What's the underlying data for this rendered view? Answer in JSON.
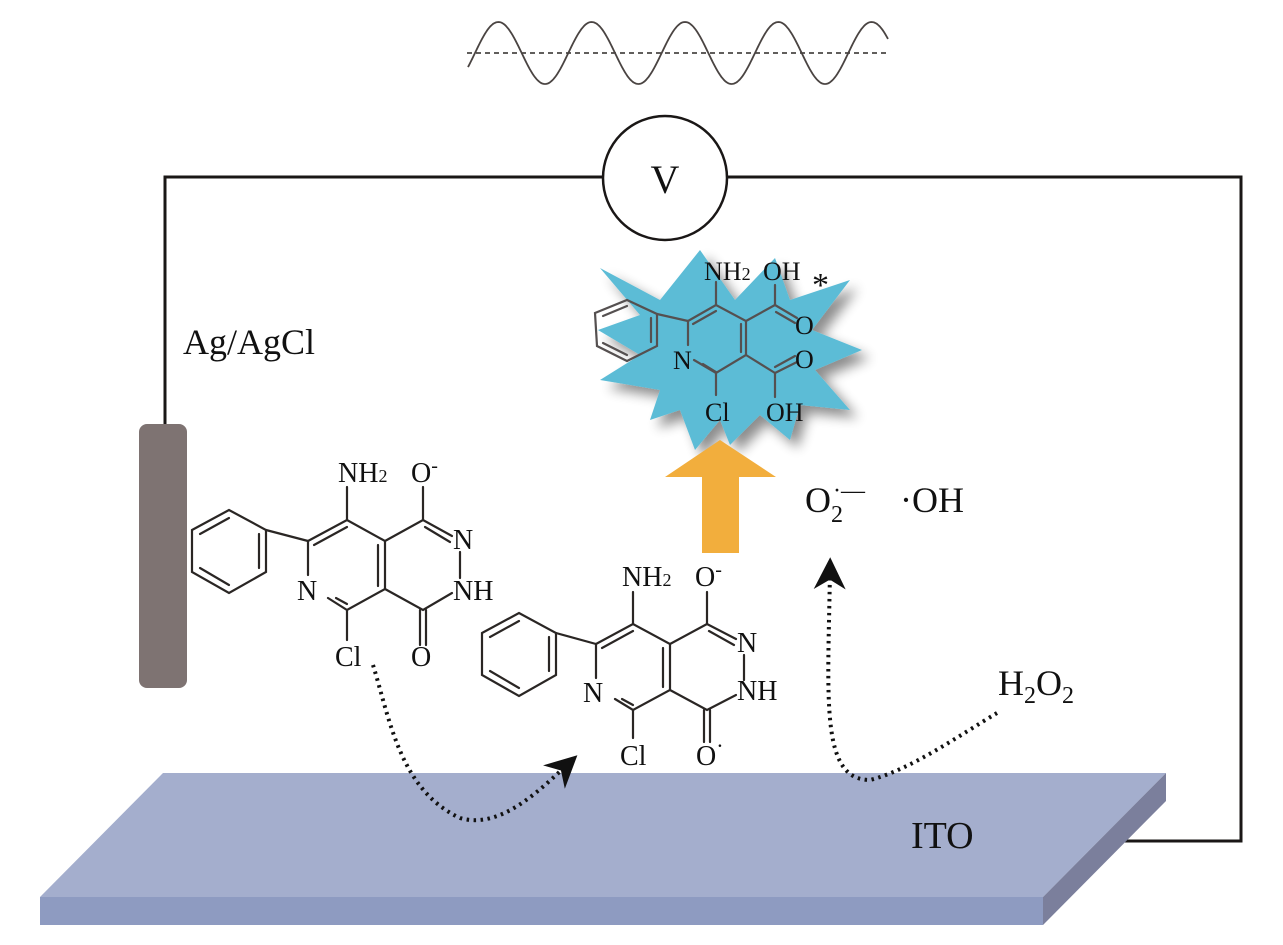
{
  "title": "Electrochemiluminescence detection scheme on ITO electrode",
  "signal": {
    "icon": "ac-sine-wave-icon",
    "cycles": 4.5
  },
  "voltmeter": {
    "label": "V"
  },
  "reference_electrode": {
    "label": "Ag/AgCl"
  },
  "working_electrode": {
    "label": "ITO"
  },
  "reagent": {
    "label_main": "H",
    "sub1": "2",
    "label_mid": "O",
    "sub2": "2"
  },
  "radicals": {
    "superoxide": {
      "base": "O",
      "sub": "2",
      "sup": "·—"
    },
    "hydroxyl": {
      "label": "·OH"
    }
  },
  "molecule_left": {
    "name": "luminol-derivative-anion",
    "labels": {
      "amine": "NH",
      "amine_sub": "2",
      "oxy": "O",
      "oxy_sup": "-",
      "n_ring": "N",
      "n1": "N",
      "nh": "NH",
      "carbonyl": "O",
      "chloro": "Cl"
    }
  },
  "molecule_middle": {
    "name": "luminol-derivative-radical",
    "labels": {
      "amine": "NH",
      "amine_sub": "2",
      "oxy": "O",
      "oxy_sup": "-",
      "n_ring": "N",
      "n1": "N",
      "nh": "NH",
      "carbonyl": "O",
      "carbonyl_sup": "·",
      "chloro": "Cl"
    }
  },
  "molecule_excited": {
    "name": "excited-dicarboxylate",
    "labels": {
      "amine": "NH",
      "amine_sub": "2",
      "oh_top": "OH",
      "star": "*",
      "o_top": "O",
      "o_bottom": "O",
      "oh_bottom": "OH",
      "n_ring": "N",
      "chloro": "Cl"
    }
  },
  "colors": {
    "ito_top": "#a4aecd",
    "ito_front": "#8e9bc1",
    "ito_side": "#7b7f9c",
    "electrode": "#7e7372",
    "starburst": "#5bbcd6",
    "arrow": "#f2ae3d",
    "wire": "#1a1716"
  }
}
